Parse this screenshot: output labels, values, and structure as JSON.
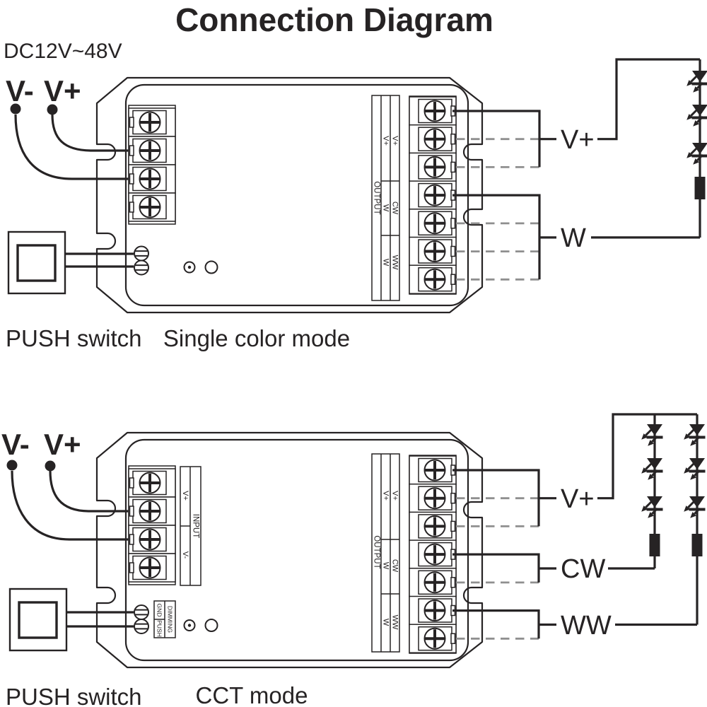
{
  "title": "Connection Diagram",
  "colors": {
    "ink": "#262324",
    "dash": "#8f8f8f",
    "background": "#ffffff"
  },
  "icons": [
    "led-diode-icon",
    "resistor-icon",
    "screw-terminal-icon",
    "slotted-screw-icon",
    "status-led-icon",
    "setup-button-icon",
    "push-switch-icon"
  ],
  "top": {
    "supply": "DC12V~48V",
    "v_minus": "V-",
    "v_plus": "V+",
    "push_switch": "PUSH switch",
    "mode": "Single color mode",
    "strip": {
      "header": "OUTPUT",
      "col_w": [
        "V+",
        "W",
        "W"
      ],
      "col_cw": [
        "V+",
        "CW",
        "WW"
      ]
    },
    "wires": {
      "v_plus": "V+",
      "w": "W"
    }
  },
  "bottom": {
    "v_minus": "V-",
    "v_plus": "V+",
    "push_switch": "PUSH switch",
    "mode": "CCT mode",
    "input_strip": {
      "header": "INPUT",
      "v_plus": "V+",
      "v_minus": "V-"
    },
    "dimming_strip": {
      "header": "DIMMING",
      "gnd": "GND",
      "push": "PUSH"
    },
    "strip": {
      "header": "OUTPUT",
      "col_w": [
        "V+",
        "W",
        "W"
      ],
      "col_cw": [
        "V+",
        "CW",
        "WW"
      ]
    },
    "wires": {
      "v_plus": "V+",
      "cw": "CW",
      "ww": "WW"
    }
  }
}
